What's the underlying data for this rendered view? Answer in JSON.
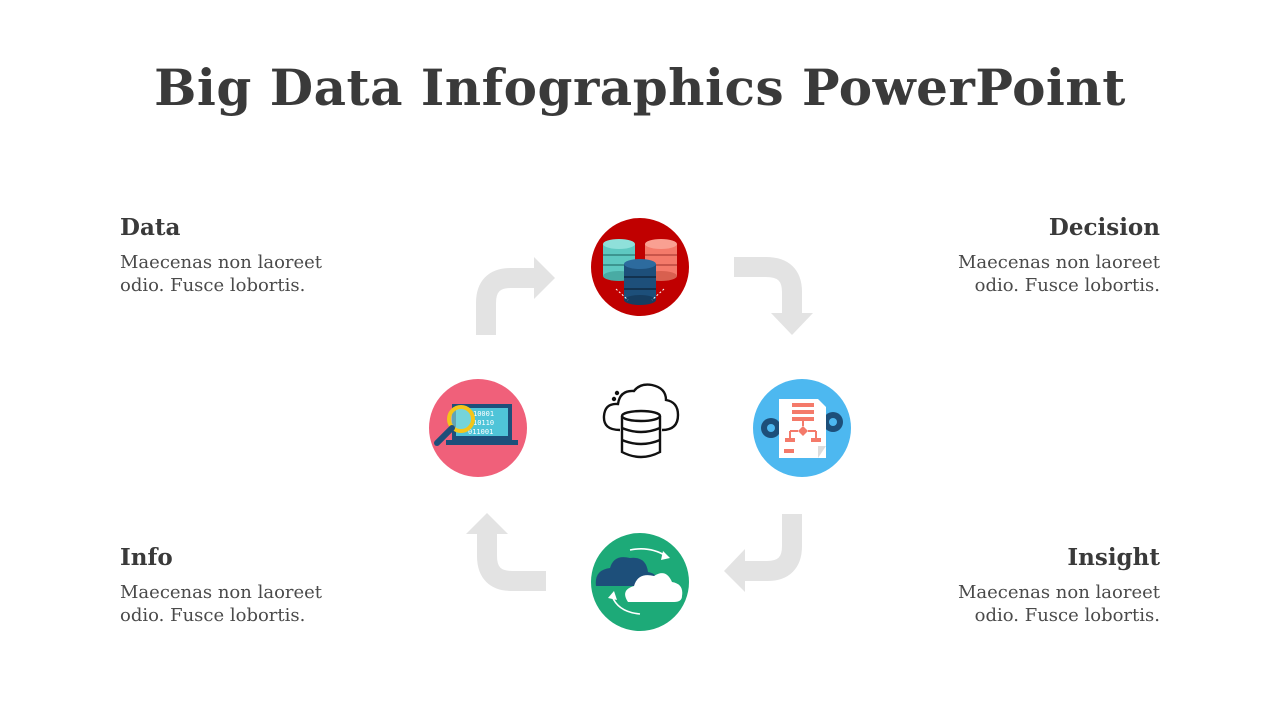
{
  "title": "Big Data Infographics PowerPoint",
  "blocks": {
    "data": {
      "heading": "Data",
      "line1": "Maecenas non laoreet",
      "line2": "odio. Fusce lobortis."
    },
    "decision": {
      "heading": "Decision",
      "line1": "Maecenas non laoreet",
      "line2": "odio. Fusce lobortis."
    },
    "info": {
      "heading": "Info",
      "line1": "Maecenas non laoreet",
      "line2": "odio. Fusce lobortis."
    },
    "insight": {
      "heading": "Insight",
      "line1": "Maecenas non laoreet",
      "line2": "odio. Fusce lobortis."
    }
  },
  "icons": {
    "top": {
      "name": "database-stack-icon",
      "color": "#c00000"
    },
    "right": {
      "name": "flowchart-document-icon",
      "color": "#4db8f0"
    },
    "bottom": {
      "name": "cloud-sync-icon",
      "color": "#1daa78"
    },
    "left": {
      "name": "laptop-search-icon",
      "color": "#f0607a"
    },
    "center": {
      "name": "cloud-database-icon"
    }
  },
  "arrow_color": "#e3e3e3"
}
